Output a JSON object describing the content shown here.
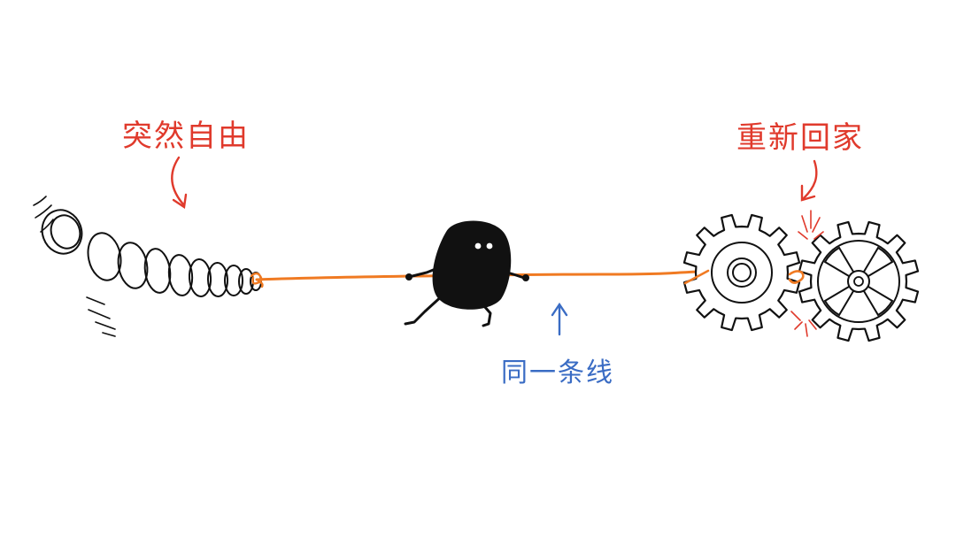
{
  "labels": {
    "left": "突然自由",
    "right": "重新回家",
    "bottom": "同一条线"
  },
  "colors": {
    "label_red": "#e03a2c",
    "label_blue": "#3a6cc4",
    "rope": "#f07a22",
    "ink": "#111111"
  }
}
